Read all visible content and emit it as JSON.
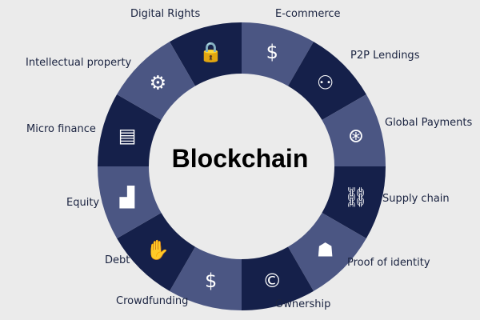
{
  "title": "Blockchain",
  "colors": {
    "dark": "#15204a",
    "light": "#4b5683",
    "icon": "#ffffff"
  },
  "segments": [
    {
      "label": "Digital Rights",
      "icon": "lock-icon",
      "glyph": "🔒",
      "shade": "dark"
    },
    {
      "label": "E-commerce",
      "icon": "mobile-payment-icon",
      "glyph": "$",
      "shade": "light"
    },
    {
      "label": "P2P Lendings",
      "icon": "people-icon",
      "glyph": "⚇",
      "shade": "dark"
    },
    {
      "label": "Global Payments",
      "icon": "globe-dollar-icon",
      "glyph": "⊛",
      "shade": "light"
    },
    {
      "label": "Supply chain",
      "icon": "chain-icon",
      "glyph": "⛓",
      "shade": "dark"
    },
    {
      "label": "Proof of identity",
      "icon": "id-badge-icon",
      "glyph": "☗",
      "shade": "light"
    },
    {
      "label": "Ownership",
      "icon": "copyright-icon",
      "glyph": "©",
      "shade": "dark"
    },
    {
      "label": "Crowdfunding",
      "icon": "money-icon",
      "glyph": "$",
      "shade": "light"
    },
    {
      "label": "Debt",
      "icon": "hand-coin-icon",
      "glyph": "✋",
      "shade": "dark"
    },
    {
      "label": "Equity",
      "icon": "bar-growth-icon",
      "glyph": "▟",
      "shade": "light"
    },
    {
      "label": "Micro finance",
      "icon": "cash-icon",
      "glyph": "▤",
      "shade": "dark"
    },
    {
      "label": "Intellectual property",
      "icon": "gear-idea-icon",
      "glyph": "⚙",
      "shade": "light"
    }
  ]
}
